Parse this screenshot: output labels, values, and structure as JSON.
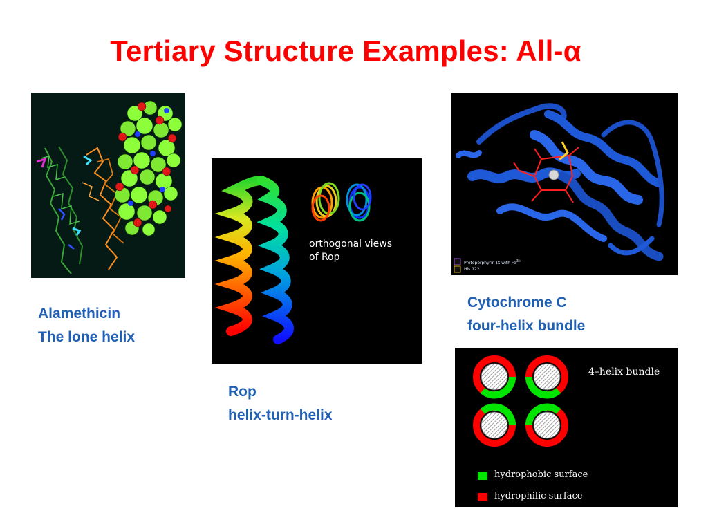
{
  "slide": {
    "title": "Tertiary Structure Examples: All-α"
  },
  "alamethicin": {
    "caption_line1": "Alamethicin",
    "caption_line2": "The lone helix"
  },
  "rop": {
    "caption_line1": "Rop",
    "caption_line2": "helix-turn-helix",
    "overlay_line1": "orthogonal views",
    "overlay_line2": "of Rop"
  },
  "cytochrome": {
    "caption_line1": "Cytochrome C",
    "caption_line2": "four-helix bundle",
    "legend_item1": "Protoporphyrin IX with Fe",
    "legend_item1_sup": "3+",
    "legend_item2": "His 122"
  },
  "bundle": {
    "label": "4–helix bundle",
    "legend_hydrophobic": "hydrophobic surface",
    "legend_hydrophilic": "hydrophilic surface"
  },
  "colors": {
    "title": "#ff0000",
    "caption": "#1f5fb4",
    "hydrophobic": "#00e600",
    "hydrophilic": "#ff0000",
    "protein_blue": "#1e5ad8"
  }
}
